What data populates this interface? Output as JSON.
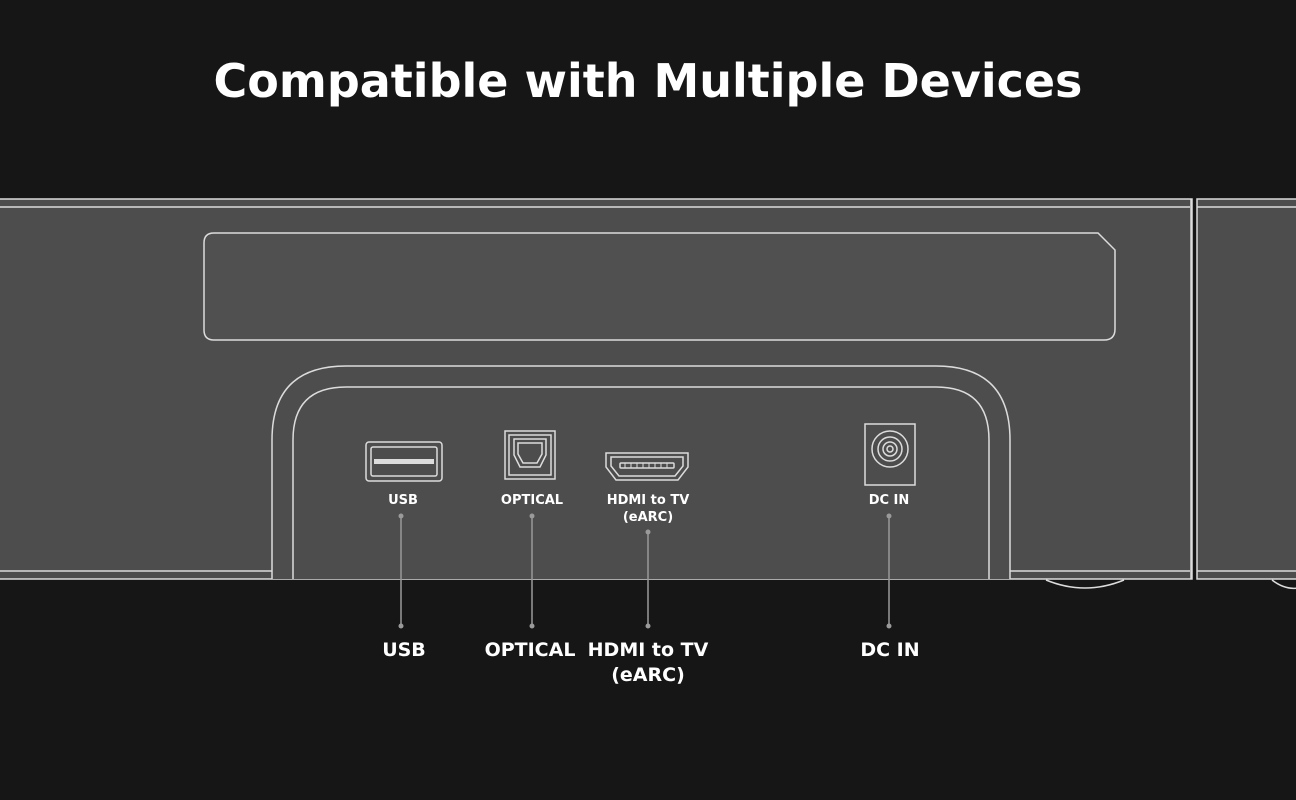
{
  "headline": "Compatible with Multiple Devices",
  "colors": {
    "background": "#161616",
    "panel": "#4d4d4d",
    "line": "#dcdcdc",
    "text": "#ffffff"
  },
  "ports": [
    {
      "id": "usb",
      "icon": "usb-port-icon",
      "label": "USB",
      "label_line2": "",
      "callout": "USB",
      "callout_line2": ""
    },
    {
      "id": "optical",
      "icon": "optical-port-icon",
      "label": "OPTICAL",
      "label_line2": "",
      "callout": "OPTICAL",
      "callout_line2": ""
    },
    {
      "id": "hdmi",
      "icon": "hdmi-port-icon",
      "label": "HDMI to TV",
      "label_line2": "(eARC)",
      "callout": "HDMI to TV",
      "callout_line2": "(eARC)"
    },
    {
      "id": "dcin",
      "icon": "dc-in-port-icon",
      "label": "DC IN",
      "label_line2": "",
      "callout": "DC IN",
      "callout_line2": ""
    }
  ]
}
